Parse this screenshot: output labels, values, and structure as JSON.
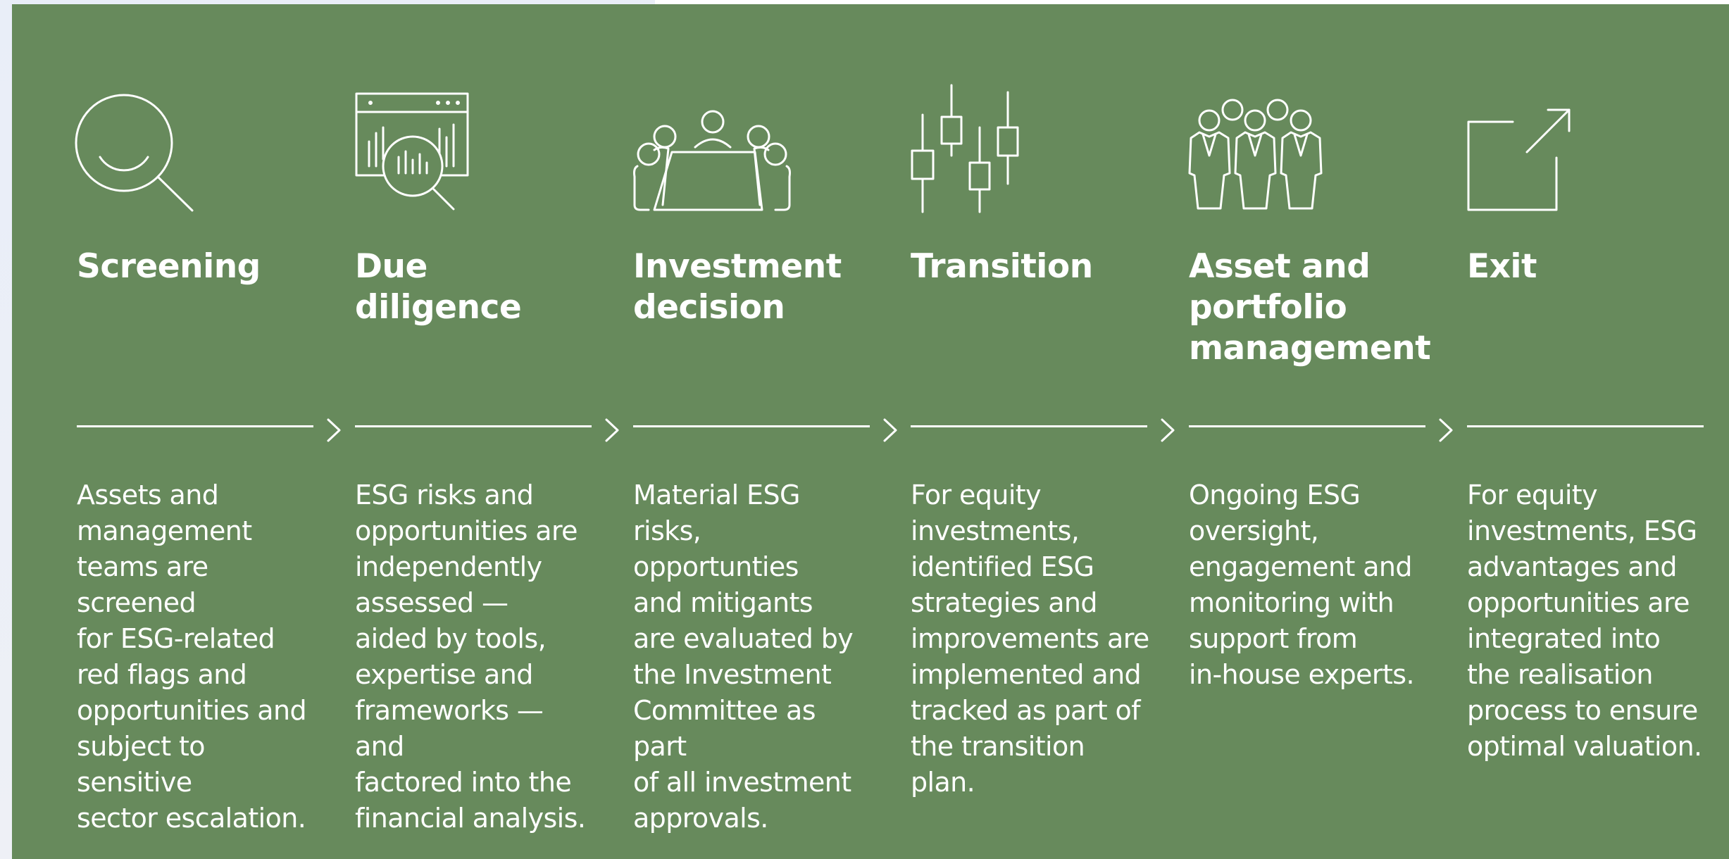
{
  "colors": {
    "panel_bg": "#678a5c",
    "text": "#ffffff",
    "page_bg": "#eef0f6"
  },
  "steps": [
    {
      "icon": "magnifier-icon",
      "title": "Screening",
      "description": "Assets and\nmanagement\nteams are screened\nfor ESG-related\nred flags and\nopportunities and\nsubject to sensitive\nsector escalation."
    },
    {
      "icon": "data-analysis-magnifier-icon",
      "title": "Due diligence",
      "description": "ESG risks and\nopportunities are\nindependently\nassessed —\naided by tools,\nexpertise and\nframeworks — and\nfactored into the\nfinancial analysis."
    },
    {
      "icon": "meeting-table-icon",
      "title": "Investment\ndecision",
      "description": "Material ESG risks,\nopportunties\nand mitigants\nare evaluated by\nthe Investment\nCommittee as part\nof all investment\napprovals."
    },
    {
      "icon": "candlestick-chart-icon",
      "title": "Transition",
      "description": "For equity\ninvestments,\nidentified ESG\nstrategies and\nimprovements are\nimplemented and\ntracked as part of\nthe transition plan."
    },
    {
      "icon": "team-people-icon",
      "title": "Asset and\nportfolio\nmanagement",
      "description": "Ongoing ESG\noversight,\nengagement and\nmonitoring with\nsupport from\nin-house experts."
    },
    {
      "icon": "exit-arrow-icon",
      "title": "Exit",
      "description": "For equity\ninvestments, ESG\nadvantages and\nopportunities are\nintegrated into\nthe realisation\nprocess to ensure\noptimal valuation."
    }
  ]
}
